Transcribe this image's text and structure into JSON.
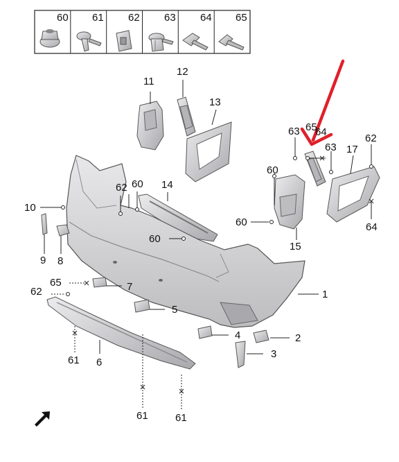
{
  "legend": {
    "items": [
      {
        "num": "60",
        "icon": "flange-nut-icon"
      },
      {
        "num": "61",
        "icon": "screw-icon"
      },
      {
        "num": "62",
        "icon": "clip-icon"
      },
      {
        "num": "63",
        "icon": "expansion-nut-icon"
      },
      {
        "num": "64",
        "icon": "flange-bolt-icon"
      },
      {
        "num": "65",
        "icon": "tapping-screw-icon"
      }
    ]
  },
  "callouts": {
    "p1": "1",
    "p2": "2",
    "p3": "3",
    "p4": "4",
    "p5": "5",
    "p6": "6",
    "p7": "7",
    "p8": "8",
    "p9": "9",
    "p10": "10",
    "p11": "11",
    "p12": "12",
    "p13": "13",
    "p14": "14",
    "p15": "15",
    "p17": "17",
    "p60a": "60",
    "p60b": "60",
    "p60c": "60",
    "p60d": "60",
    "p61a": "61",
    "p61b": "61",
    "p61c": "61",
    "p62a": "62",
    "p62b": "62",
    "p62c": "62",
    "p63a": "63",
    "p63b": "63",
    "p64a": "64",
    "p64b": "64",
    "p65a": "65",
    "p65b": "65"
  },
  "colors": {
    "highlight_arrow": "#e0202a",
    "part_fill": "#d6d6d8",
    "part_stroke": "#555555"
  },
  "orientation_icon": "direction-arrow-icon"
}
